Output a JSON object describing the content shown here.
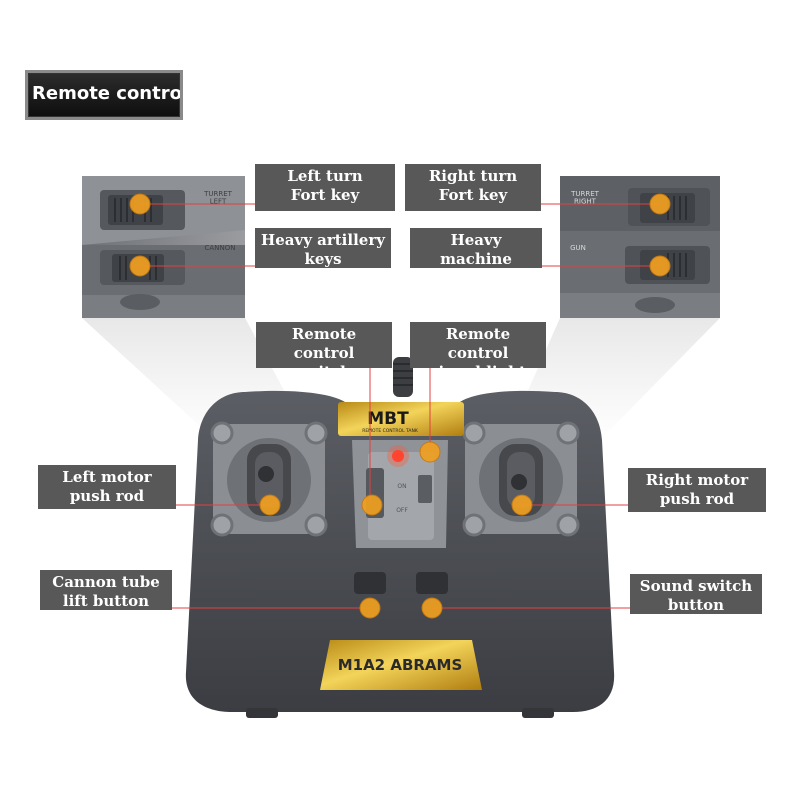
{
  "title": "Remote contro",
  "labels": {
    "left_turn": "Left turn\nFort key",
    "right_turn": "Right turn\nFort key",
    "heavy_artillery": "Heavy artillery\nkeys",
    "heavy_machine_gun": "Heavy machine\ngun button",
    "remote_switch": "Remote control\nswitch",
    "signal_light": "Remote control\nsignal light",
    "left_motor": "Left motor\npush rod",
    "right_motor": "Right motor\npush rod",
    "cannon_tube": "Cannon tube\nlift button",
    "sound_switch": "Sound switch\nbutton"
  },
  "device": {
    "badge_top": "MBT",
    "badge_top_small": "REMOTE CONTROL TANK",
    "badge_bottom": "M1A2 ABRAMS",
    "left_panel_turret": "TURRET\nLEFT",
    "left_panel_cannon": "CANNON",
    "right_panel_turret": "TURRET\nRIGHT",
    "right_panel_gun": "GUN",
    "switch_on": "ON",
    "switch_off": "OFF"
  },
  "colors": {
    "label_bg": "#585858",
    "marker": "#f0a020",
    "leader_line": "#e04040",
    "body": "#4a4c52",
    "badge": "#e2b227"
  }
}
